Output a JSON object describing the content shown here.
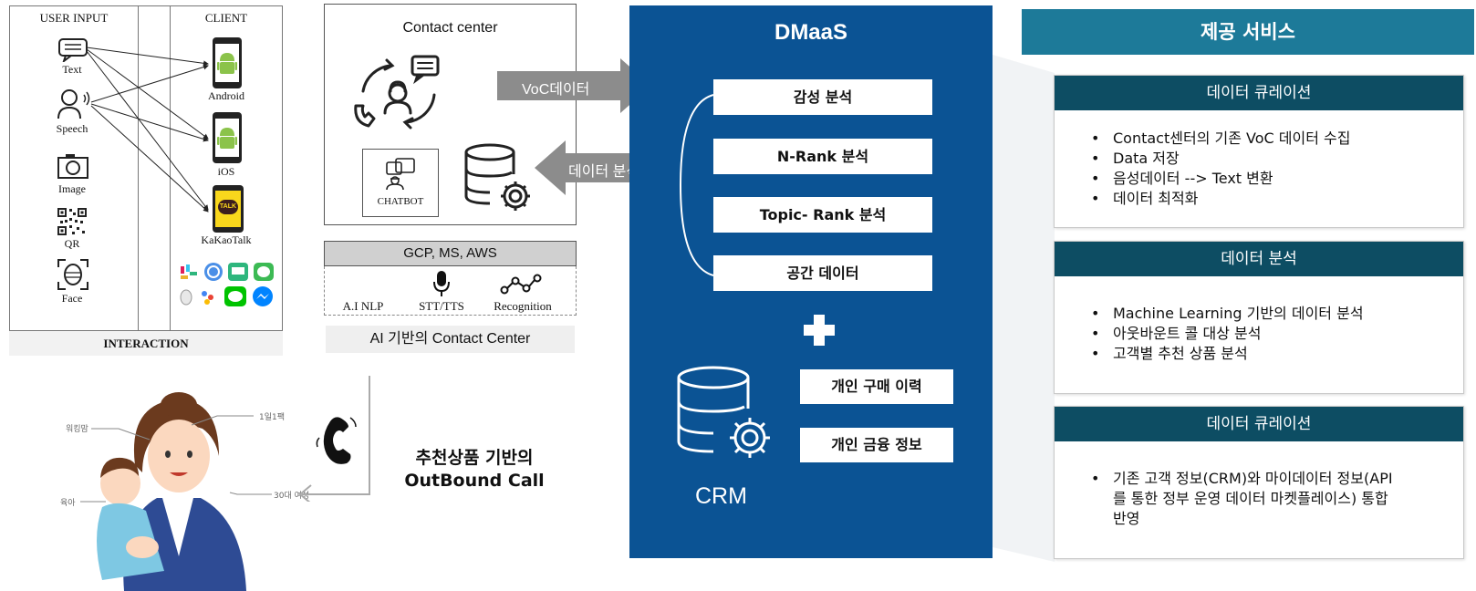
{
  "interaction_panel": {
    "user_input_title": "USER INPUT",
    "client_title": "CLIENT",
    "inputs": [
      "Text",
      "Speech",
      "Image",
      "QR",
      "Face"
    ],
    "clients": [
      "Android",
      "iOS",
      "KaKaoTalk"
    ],
    "kakao_badge": "TALK",
    "footer": "INTERACTION"
  },
  "contact_center": {
    "title": "Contact center",
    "chatbot_label": "CHATBOT",
    "platforms": "GCP, MS, AWS",
    "capabilities": [
      "A.I NLP",
      "STT/TTS",
      "Recognition"
    ],
    "caption": "AI 기반의 Contact Center"
  },
  "arrows": {
    "voc_data": "VoC데이터",
    "data_analysis": "데이터 분석"
  },
  "dmaas": {
    "title": "DMaaS",
    "analyses": [
      "감성 분석",
      "N-Rank 분석",
      "Topic- Rank 분석",
      "공간 데이터"
    ],
    "plus": "+",
    "crm_items": [
      "개인 구매 이력",
      "개인 금융 정보"
    ],
    "crm_label": "CRM"
  },
  "services": {
    "header": "제공 서비스",
    "cards": [
      {
        "title": "데이터 큐레이션",
        "items": [
          "Contact센터의 기존 VoC 데이터 수집",
          "Data 저장",
          "음성데이터 --> Text 변환",
          "데이터 최적화"
        ]
      },
      {
        "title": "데이터 분석",
        "items": [
          "Machine Learning 기반의 데이터 분석",
          "아웃바운트 콜 대상 분석",
          "고객별 추천 상품 분석"
        ]
      },
      {
        "title": "데이터 큐레이션",
        "items": [
          "기존 고객 정보(CRM)와 마이데이터 정보(API를 통한 정부 운영 데이터 마켓플레이스) 통합 반영"
        ]
      }
    ]
  },
  "outbound": {
    "line1": "추천상품 기반의",
    "line2": "OutBound Call",
    "person_labels": [
      "1일1팩",
      "워킹맘",
      "30대 여성",
      "육아"
    ]
  },
  "colors": {
    "dmaas_blue": "#0b5394",
    "service_header": "#1d7a99",
    "card_title": "#0d4d63",
    "arrow_gray": "#8c8c8c",
    "android_green": "#8bc34a",
    "kakao_yellow": "#f9d71c"
  }
}
